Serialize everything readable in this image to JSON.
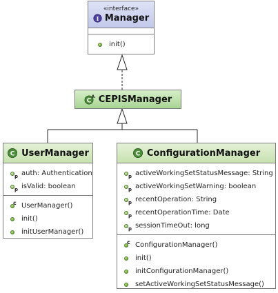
{
  "manager": {
    "stereotype": "«interface»",
    "name": "Manager",
    "methods": [
      "init()"
    ]
  },
  "cepis": {
    "name": "CEPISManager"
  },
  "user_manager": {
    "name": "UserManager",
    "attributes": [
      "auth: Authentication",
      "isValid: boolean"
    ],
    "methods": [
      "UserManager()",
      "init()",
      "initUserManager()"
    ]
  },
  "config_manager": {
    "name": "ConfigurationManager",
    "attributes": [
      "activeWorkingSetStatusMessage: String",
      "activeWorkingSetWarning: boolean",
      "recentOperation: String",
      "recentOperationTime: Date",
      "sessionTimeOut: long"
    ],
    "methods": [
      "ConfigurationManager()",
      "init()",
      "initConfigurationManager()",
      "setActiveWorkingSetStatusMessage()"
    ]
  },
  "icons": {
    "interface": "interface-icon",
    "abstract_class": "abstract-class-icon",
    "class": "class-icon",
    "field": "protected-field-icon",
    "method": "public-method-icon",
    "constructor": "constructor-icon"
  },
  "colors": {
    "interface_header": "#c9cfee",
    "class_header": "#d4e8c0",
    "abstract_header": "#bfe2b2",
    "border": "#7a7a7a",
    "method_dot": "#6da638"
  }
}
